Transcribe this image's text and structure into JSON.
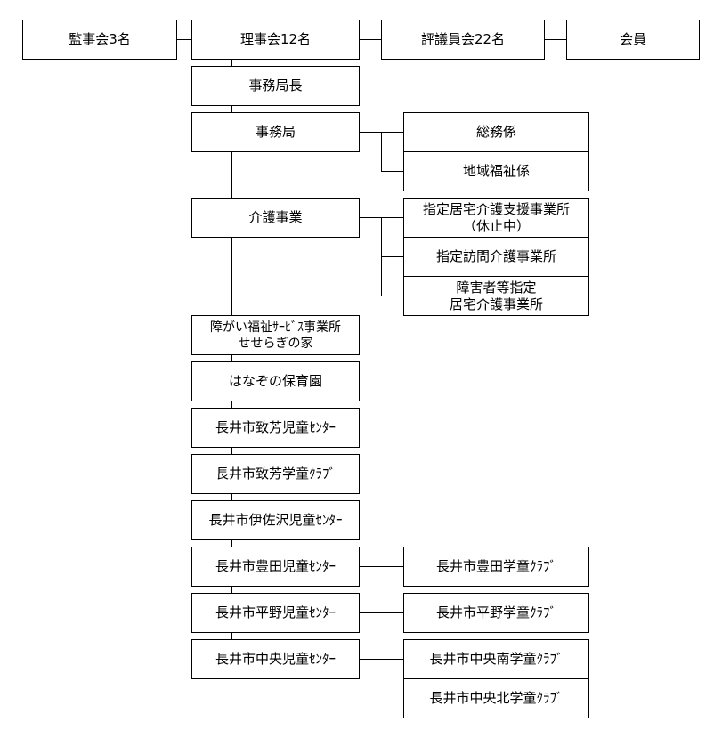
{
  "top_row": {
    "auditors": "監事会3名",
    "board": "理事会12名",
    "councilors": "評議員会22名",
    "members": "会員"
  },
  "secretary_general": "事務局長",
  "secretariat": {
    "label": "事務局",
    "general_affairs": "総務係",
    "community_welfare": "地域福祉係"
  },
  "care_business": {
    "label": "介護事業",
    "home_care_support": "指定居宅介護支援事業所\n（休止中）",
    "home_visit_care": "指定訪問介護事業所",
    "disability_home_care": "障害者等指定\n居宅介護事業所"
  },
  "disability_service": "障がい福祉ｻｰﾋﾞｽ事業所\nせせらぎの家",
  "nursery": "はなぞの保育園",
  "facilities": {
    "nagai_chiho_center": "長井市致芳児童ｾﾝﾀｰ",
    "nagai_chiho_club": "長井市致芳学童ｸﾗﾌﾞ",
    "nagai_isazawa_center": "長井市伊佐沢児童ｾﾝﾀｰ",
    "nagai_toyoda_center": "長井市豊田児童ｾﾝﾀｰ",
    "nagai_toyoda_club": "長井市豊田学童ｸﾗﾌﾞ",
    "nagai_heiya_center": "長井市平野児童ｾﾝﾀｰ",
    "nagai_heiya_club": "長井市平野学童ｸﾗﾌﾞ",
    "nagai_chuo_center": "長井市中央児童ｾﾝﾀｰ",
    "nagai_chuo_minami_club": "長井市中央南学童ｸﾗﾌﾞ",
    "nagai_chuo_kita_club": "長井市中央北学童ｸﾗﾌﾞ"
  }
}
